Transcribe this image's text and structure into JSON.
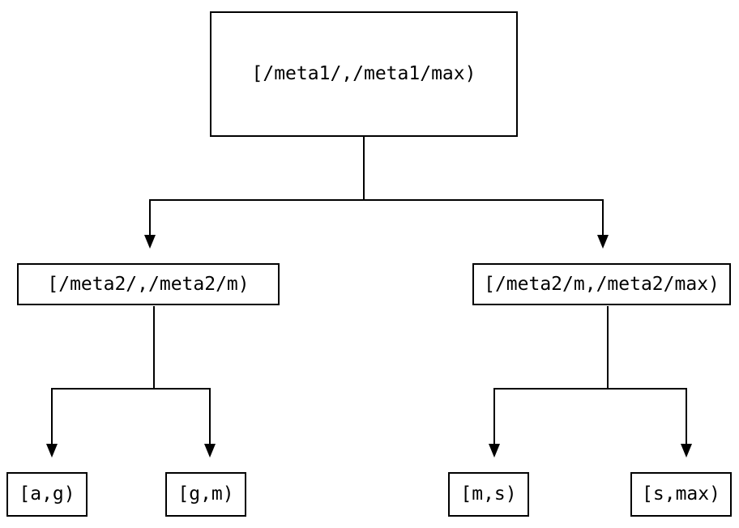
{
  "diagram": {
    "type": "tree",
    "nodes": {
      "root": {
        "label": "[/meta1/,/meta1/max)"
      },
      "left": {
        "label": "[/meta2/,/meta2/m)"
      },
      "right": {
        "label": "[/meta2/m,/meta2/max)"
      },
      "leaf_ag": {
        "label": "[a,g)"
      },
      "leaf_gm": {
        "label": "[g,m)"
      },
      "leaf_ms": {
        "label": "[m,s)"
      },
      "leaf_smax": {
        "label": "[s,max)"
      }
    },
    "edges": [
      {
        "from": "root",
        "to": "left"
      },
      {
        "from": "root",
        "to": "right"
      },
      {
        "from": "left",
        "to": "leaf_ag"
      },
      {
        "from": "left",
        "to": "leaf_gm"
      },
      {
        "from": "right",
        "to": "leaf_ms"
      },
      {
        "from": "right",
        "to": "leaf_smax"
      }
    ],
    "colors": {
      "background": "#ffffff",
      "line": "#000000",
      "box_border": "#000000",
      "text": "#000000"
    }
  }
}
